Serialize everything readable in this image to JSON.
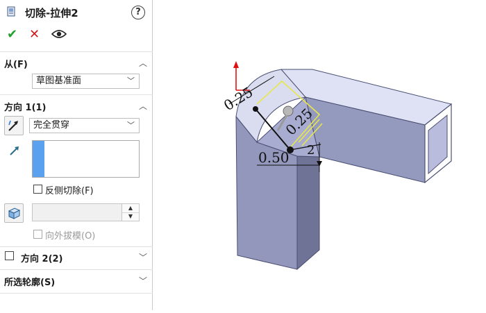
{
  "feature": {
    "title": "切除-拉伸2",
    "help_label": "?"
  },
  "actions": {
    "ok_glyph": "✔",
    "cancel_glyph": "✕"
  },
  "from_section": {
    "header": "从(F)",
    "start_condition": "草图基准面"
  },
  "direction1": {
    "header": "方向 1(1)",
    "end_condition": "完全贯穿",
    "flip_side_label": "反侧切除(F)",
    "flip_side_checked": false,
    "depth_value": "",
    "draft_outward_label": "向外拔模(O)",
    "draft_outward_enabled": false
  },
  "direction2": {
    "header": "方向 2(2)",
    "checked": false
  },
  "selected_contours": {
    "header": "所选轮廓(S)"
  },
  "sketch_dimensions": {
    "dim_top": "0.25",
    "dim_diag": "0.25",
    "dim_bottom": "0.50",
    "dim_right": "2"
  },
  "colors": {
    "accent_blue": "#5aa1ef",
    "ok_green": "#22a12c",
    "cancel_red": "#d21a1a",
    "model_face": "#8d91b8",
    "model_top": "#d6d9f0",
    "sketch_yellow": "#e8e84a"
  }
}
